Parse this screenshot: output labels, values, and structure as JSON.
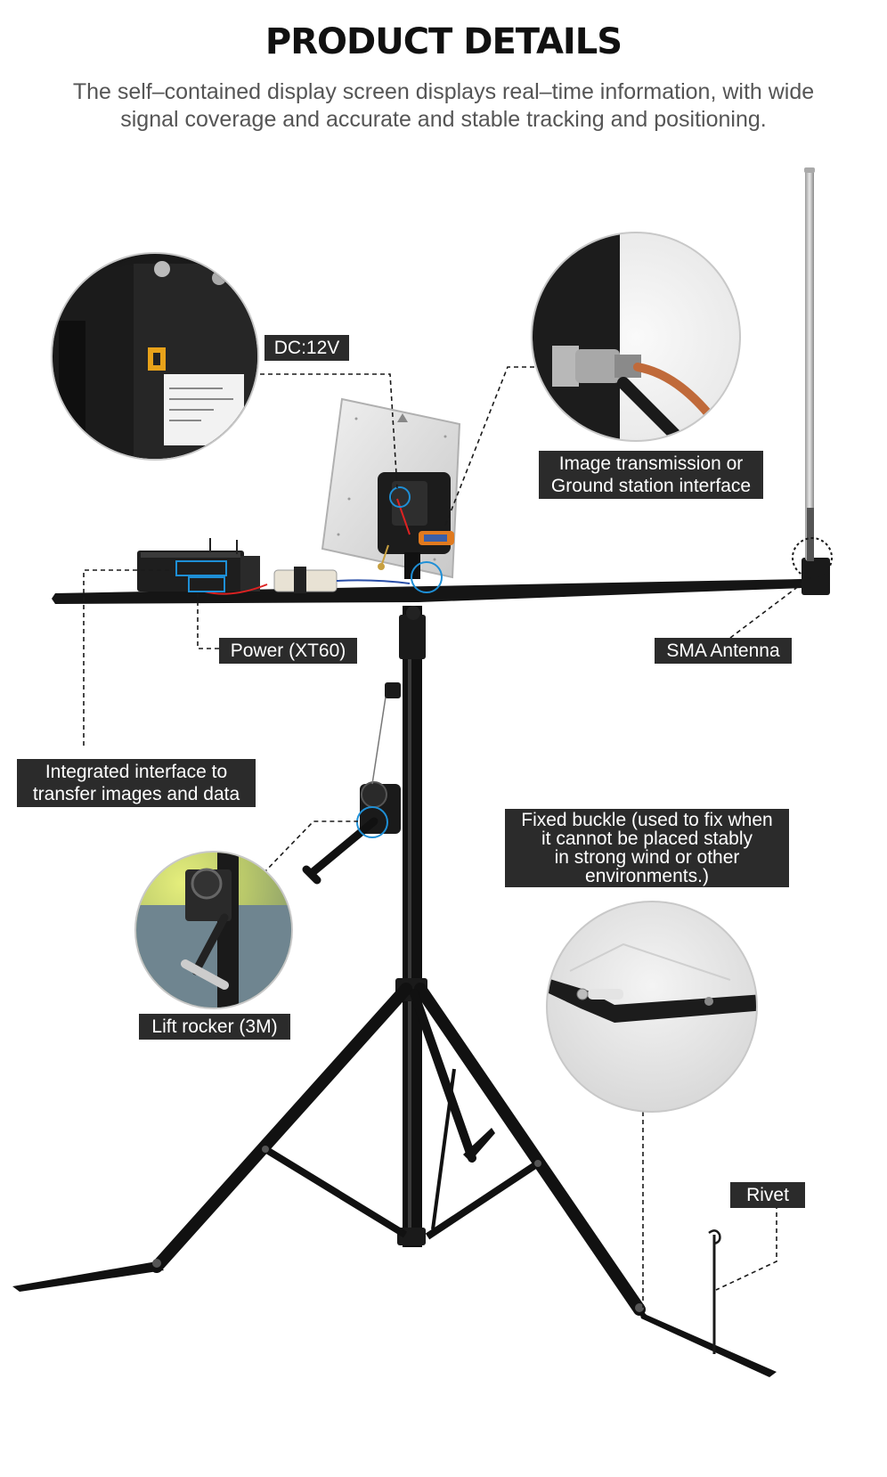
{
  "header": {
    "title": "PRODUCT DETAILS",
    "subtitle_line1": "The self–contained display screen displays real–time information, with wide",
    "subtitle_line2": "signal coverage and accurate and stable tracking and positioning."
  },
  "callouts": {
    "dc": "DC:12V",
    "image_transmission_line1": "Image transmission or",
    "image_transmission_line2": "Ground station interface",
    "power": "Power (XT60)",
    "sma_antenna": "SMA Antenna",
    "integrated_line1": "Integrated interface to",
    "integrated_line2": "transfer images and data",
    "buckle_line1": "Fixed buckle (used to fix when",
    "buckle_line2": "it cannot be placed stably",
    "buckle_line3": "in strong wind or other",
    "buckle_line4": "environments.)",
    "lift_rocker": "Lift rocker (3M)",
    "rivet": "Rivet"
  },
  "colors": {
    "label_bg": "#2b2b2b",
    "highlight_circle": "#1e8fd6",
    "highlight_box": "#1e8fd6",
    "stand": "#111111"
  }
}
